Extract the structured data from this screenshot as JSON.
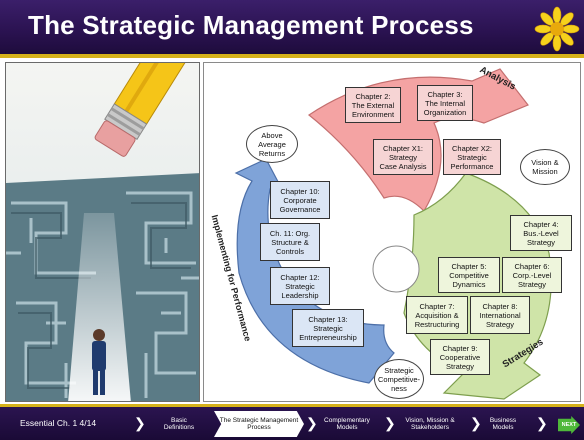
{
  "title": "The Strategic Management Process",
  "diagram": {
    "arc_labels": {
      "analysis": "Analysis",
      "strategies": "Strategies",
      "implementing": "Implementing for Performance"
    },
    "ovals": {
      "above_average": "Above\nAverage\nReturns",
      "vision": "Vision &\nMission",
      "competitiveness": "Strategic\nCompetitive-\nness"
    },
    "analysis_boxes": [
      "Chapter 2:\nThe External\nEnvironment",
      "Chapter 3:\nThe Internal\nOrganization",
      "Chapter X1:\nStrategy\nCase Analysis",
      "Chapter X2:\nStrategic\nPerformance"
    ],
    "strategy_boxes": [
      "Chapter 4:\nBus.-Level\nStrategy",
      "Chapter 5:\nCompetitive\nDynamics",
      "Chapter 6:\nCorp.-Level\nStrategy",
      "Chapter 7:\nAcquisition &\nRestructuring",
      "Chapter 8:\nInternational\nStrategy",
      "Chapter 9:\nCooperative\nStrategy"
    ],
    "implementation_boxes": [
      "Chapter 10:\nCorporate\nGovernance",
      "Ch. 11: Org.\nStructure &\nControls",
      "Chapter 12:\nStrategic\nLeadership",
      "Chapter 13:\nStrategic\nEntrepreneurship"
    ]
  },
  "navbar": {
    "status": "Essential Ch. 1   4/14",
    "items": [
      "Basic\nDefinitions",
      "The Strategic     Management\nProcess",
      "Complementary\nModels",
      "Vision, Mission &\nStakeholders",
      "Business\nModels"
    ],
    "next": "NEXT"
  },
  "colors": {
    "analysis": "#f4a3a3",
    "strategies": "#cfe4a8",
    "implementing": "#7fa3d8",
    "title_bg": "#2a1250",
    "gold": "#d6b21a"
  }
}
